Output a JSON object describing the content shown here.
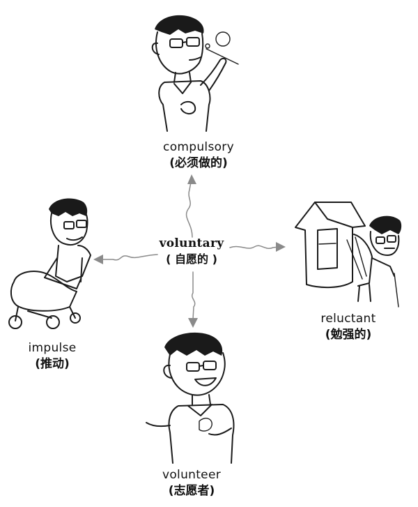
{
  "center": {
    "en": "voluntary",
    "zh": "( 自愿的 )"
  },
  "top": {
    "en": "compulsory",
    "zh": "(必须做的)"
  },
  "left": {
    "en": "impulse",
    "zh": "(推动)"
  },
  "right": {
    "en": "reluctant",
    "zh": "(勉强的)"
  },
  "bottom": {
    "en": "volunteer",
    "zh": "(志愿者)"
  },
  "colors": {
    "ink": "#1a1a1a",
    "arrow": "#8a8a8a",
    "background": "#ffffff"
  }
}
